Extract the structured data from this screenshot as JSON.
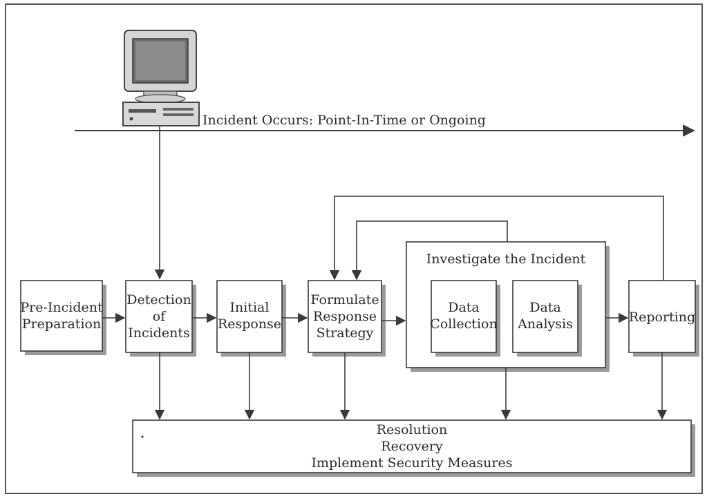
{
  "timeline": {
    "label": "Incident Occurs: Point-In-Time or Ongoing"
  },
  "steps": {
    "pre_incident": [
      "Pre-Incident",
      "Preparation"
    ],
    "detection": [
      "Detection",
      "of",
      "Incidents"
    ],
    "initial_response": [
      "Initial",
      "Response"
    ],
    "formulate": [
      "Formulate",
      "Response",
      "Strategy"
    ],
    "investigate_title": "Investigate the Incident",
    "data_collection": [
      "Data",
      "Collection"
    ],
    "data_analysis": [
      "Data",
      "Analysis"
    ],
    "reporting": [
      "Reporting"
    ]
  },
  "resolution": [
    "Resolution",
    "Recovery",
    "Implement Security Measures"
  ],
  "icons": {
    "computer": "desktop-computer-icon"
  },
  "colors": {
    "line": "#3a3a3a",
    "shadow": "#9a9a9a",
    "frame": "#555555"
  }
}
